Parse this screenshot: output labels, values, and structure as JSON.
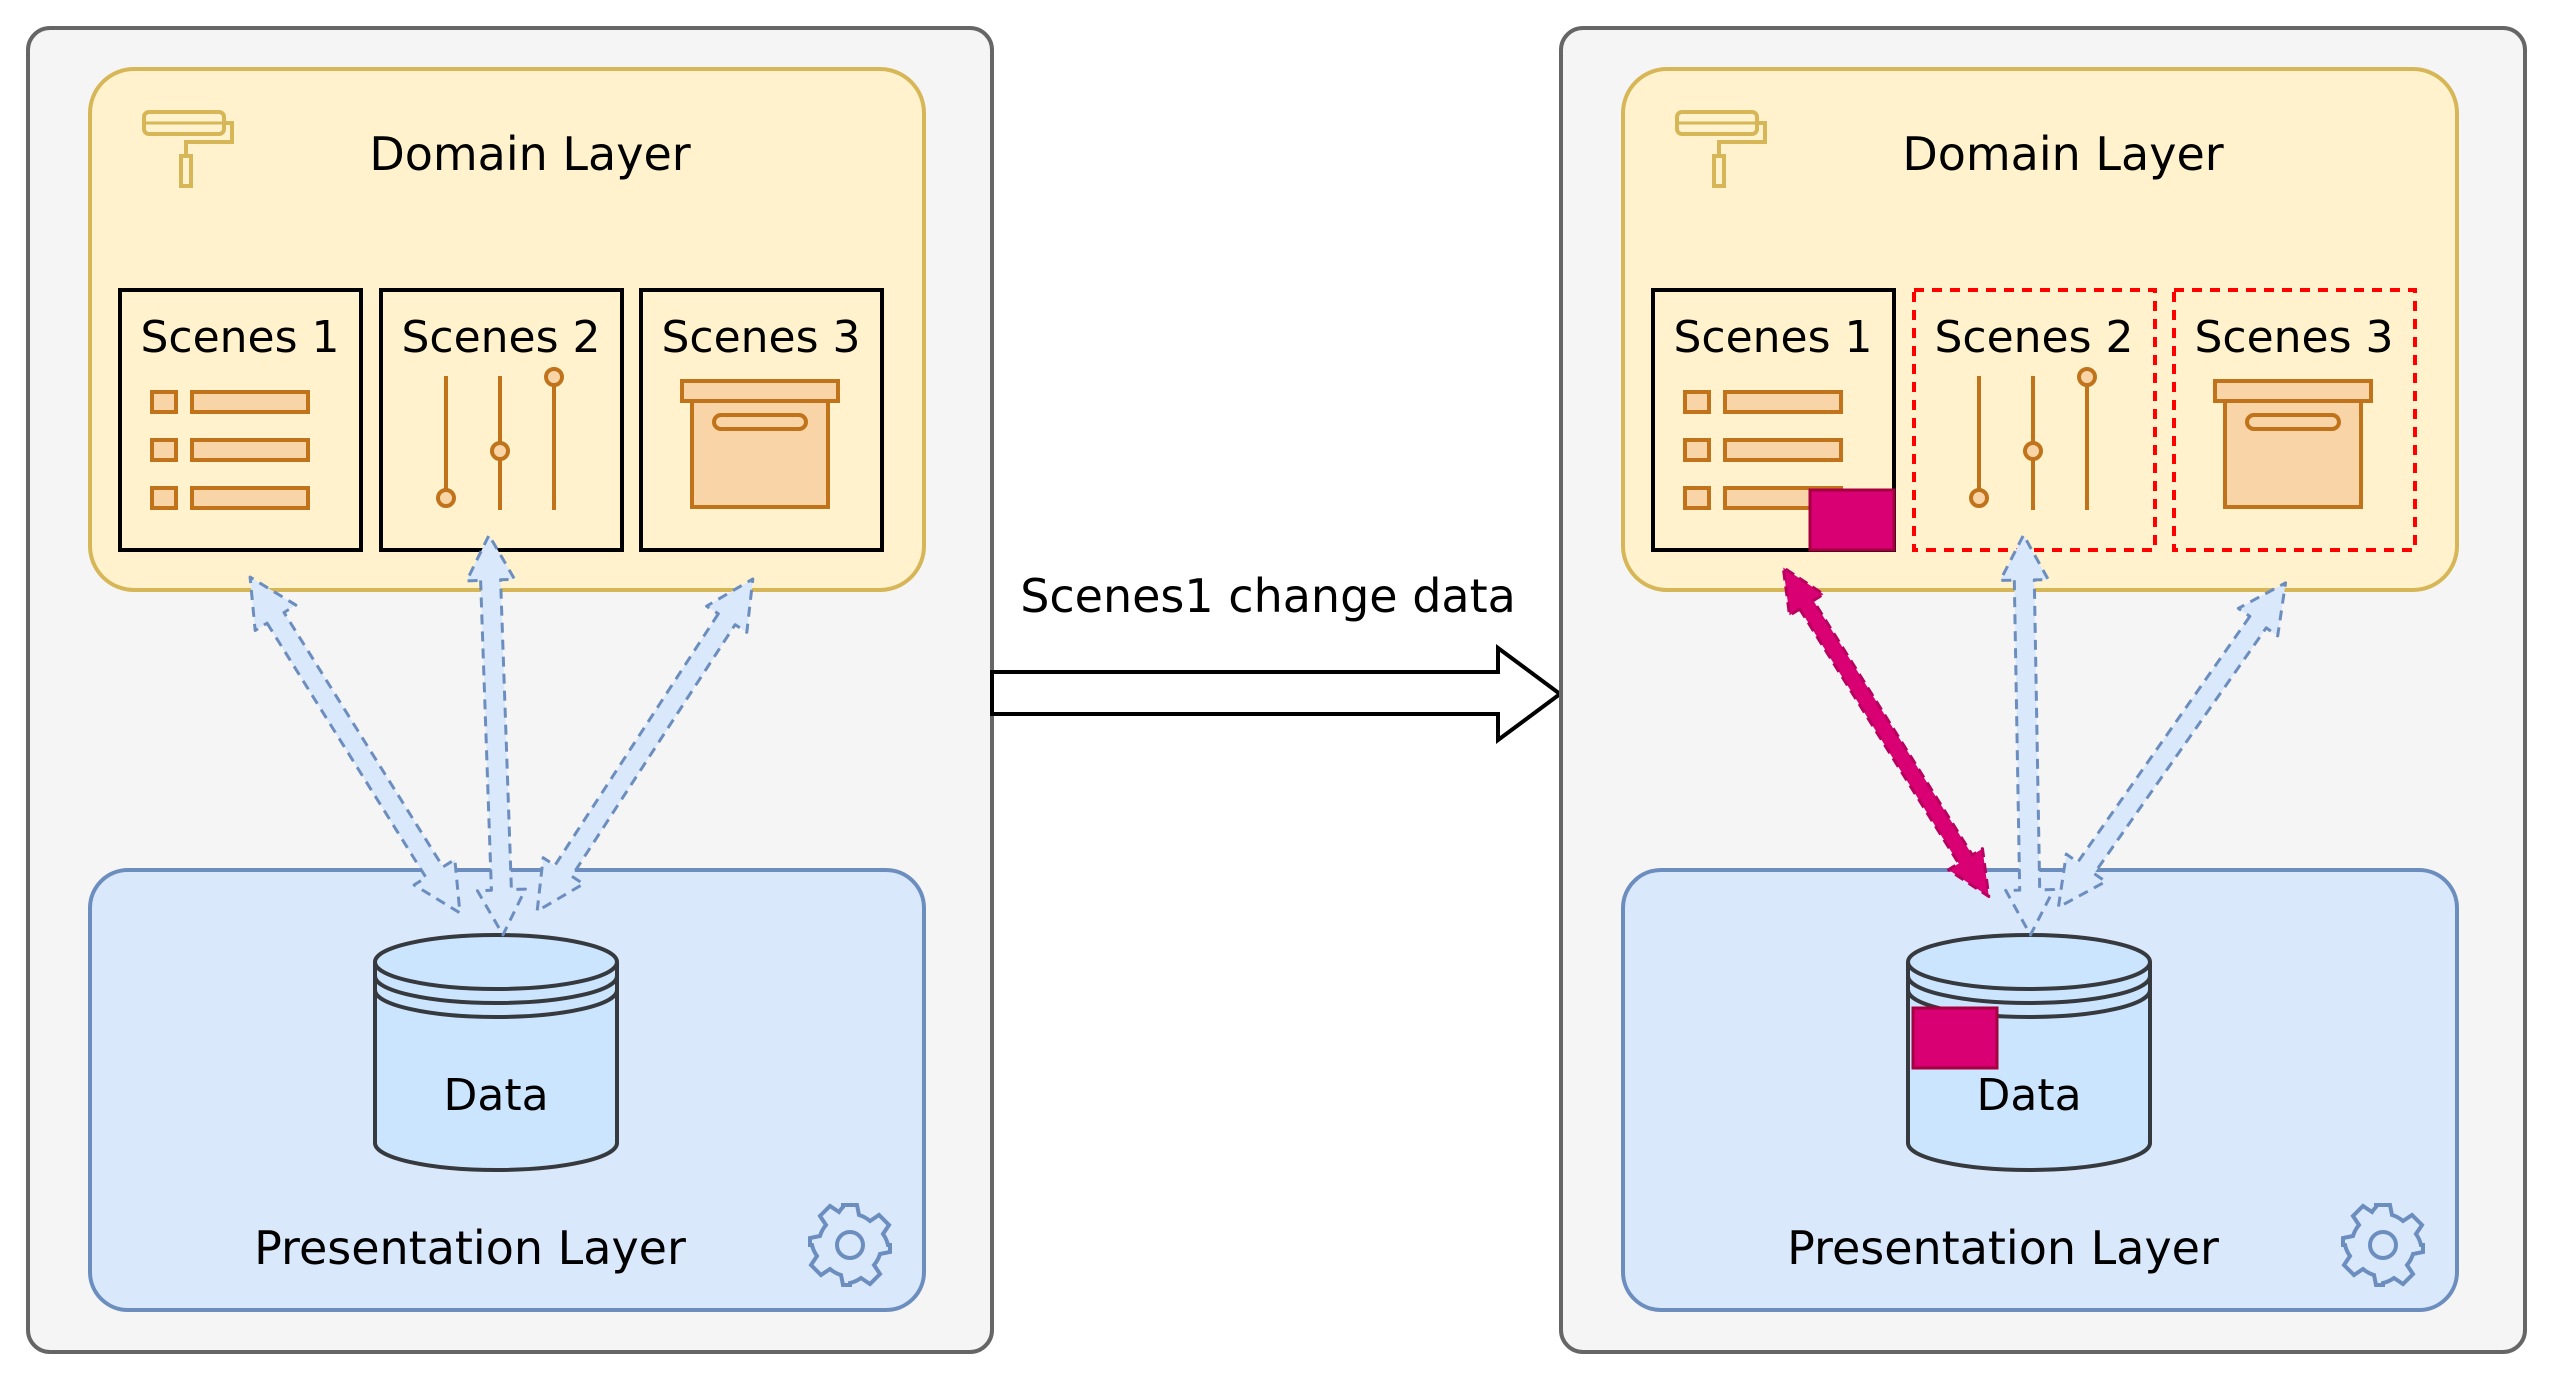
{
  "arrow_label": "Scenes1 change data",
  "panels": [
    {
      "domain_layer_label": "Domain Layer",
      "presentation_layer_label": "Presentation Layer",
      "data_label": "Data",
      "scenes": [
        "Scenes 1",
        "Scenes 2",
        "Scenes 3"
      ],
      "changed_scene": "",
      "dashed_scenes": []
    },
    {
      "domain_layer_label": "Domain Layer",
      "presentation_layer_label": "Presentation Layer",
      "data_label": "Data",
      "scenes": [
        "Scenes 1",
        "Scenes 2",
        "Scenes 3"
      ],
      "changed_scene": "Scenes 1",
      "dashed_scenes": [
        "Scenes 2",
        "Scenes 3"
      ]
    }
  ],
  "icons": {
    "domain": "paint-roller-icon",
    "presentation": "gear-icon",
    "scene1": "list-icon",
    "scene2": "sliders-icon",
    "scene3": "archive-box-icon",
    "data": "database-icon"
  },
  "colors": {
    "outer_bg": "#f5f5f5",
    "outer_border": "#666666",
    "domain_bg": "#fff2cc",
    "domain_border": "#d6b656",
    "presentation_bg": "#dae8fc",
    "presentation_border": "#6c8ebf",
    "icon_fill": "#f8d4a6",
    "icon_stroke": "#c0731b",
    "highlight": "#d80073",
    "dashed_border": "#ff0000"
  }
}
